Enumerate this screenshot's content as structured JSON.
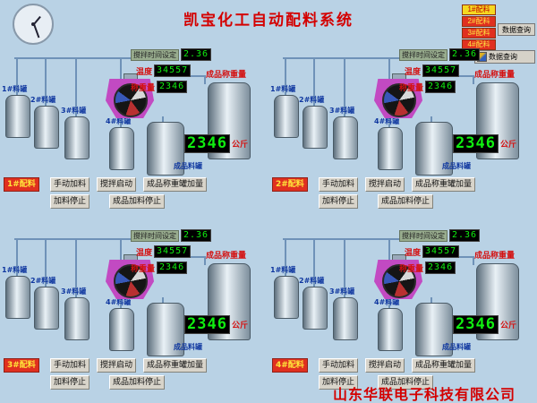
{
  "app": {
    "title": "凯宝化工自动配料系统",
    "company": "山东华联电子科技有限公司"
  },
  "nav": {
    "stations": [
      {
        "label": "1#配料"
      },
      {
        "label": "2#配料"
      },
      {
        "label": "3#配料"
      },
      {
        "label": "4#配料"
      }
    ],
    "query": "数据查询",
    "query_icon": "数据查询"
  },
  "labels": {
    "mix_time": "搅拌时间设定",
    "temperature": "温度",
    "weight": "称重量",
    "product_weight": "成品称重量",
    "unit": "公斤"
  },
  "tanks": [
    "1#料罐",
    "2#料罐",
    "3#料罐",
    "4#料罐",
    "成品料罐"
  ],
  "buttons": {
    "manual_feed": "手动加料",
    "mixer_start": "搅拌启动",
    "product_tank_add": "成品称重罐加量",
    "feed_stop": "加料停止",
    "product_feed_stop": "成品加料停止"
  },
  "stations": [
    {
      "id": "1#配料",
      "mix_time": "2.36",
      "temperature": "34557",
      "weight": "2346",
      "product_weight": "2346"
    },
    {
      "id": "2#配料",
      "mix_time": "2.36",
      "temperature": "34557",
      "weight": "2346",
      "product_weight": "2346"
    },
    {
      "id": "3#配料",
      "mix_time": "2.36",
      "temperature": "34557",
      "weight": "2346",
      "product_weight": "2346"
    },
    {
      "id": "4#配料",
      "mix_time": "2.36",
      "temperature": "34557",
      "weight": "2346",
      "product_weight": "2346"
    }
  ]
}
